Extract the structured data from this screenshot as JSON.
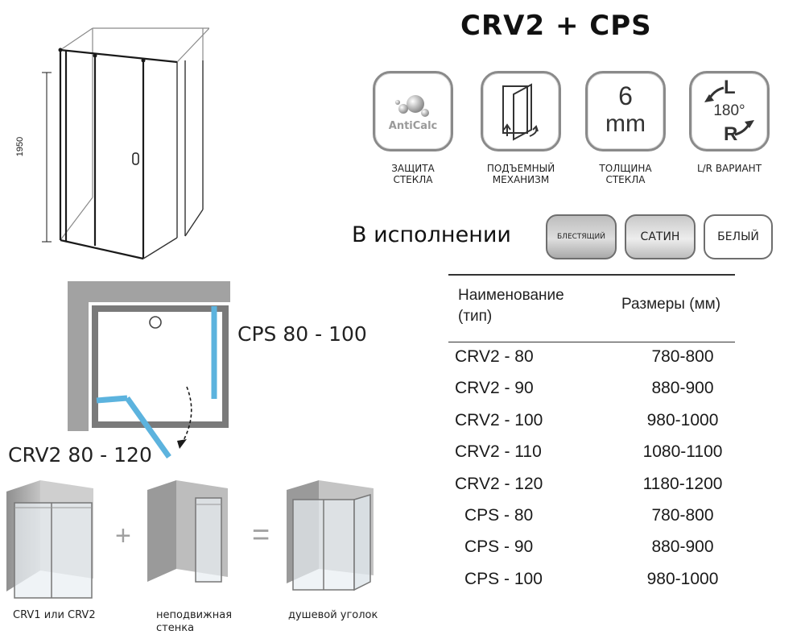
{
  "title": "CRV2 + CPS",
  "features": [
    {
      "icon": "anticalc-icon",
      "icon_text": "AntiCalc",
      "caption": "ЗАЩИТА\nСТЕКЛА"
    },
    {
      "icon": "lift-mechanism-icon",
      "icon_text": "",
      "caption": "ПОДЪЕМНЫЙ\nМЕХАНИЗМ"
    },
    {
      "icon": "glass-thickness-icon",
      "icon_text": "6\nmm",
      "caption": "ТОЛЩИНА\nСТЕКЛА"
    },
    {
      "icon": "lr-variant-icon",
      "icon_text": "L 180° R",
      "caption": "L/R ВАРИАНТ"
    }
  ],
  "icon_texts": {
    "anticalc": "AntiCalc",
    "thickness_num": "6",
    "thickness_unit": "mm",
    "lr_l": "L",
    "lr_deg": "180°",
    "lr_r": "R"
  },
  "finish": {
    "label": "В исполнении",
    "options": [
      "БЛЕСТЯЩИЙ",
      "САТИН",
      "БЕЛЫЙ"
    ]
  },
  "height_dimension": "1950",
  "plan_labels": {
    "cps": "CPS 80 - 100",
    "crv2": "CRV2 80 - 120"
  },
  "table": {
    "header_name": "Наименование\n(тип)",
    "header_size": "Размеры (мм)",
    "rows": [
      {
        "name": "CRV2 - 80",
        "size": "780-800"
      },
      {
        "name": "CRV2 - 90",
        "size": "880-900"
      },
      {
        "name": "CRV2 - 100",
        "size": "980-1000"
      },
      {
        "name": "CRV2 - 110",
        "size": "1080-1100"
      },
      {
        "name": "CRV2 - 120",
        "size": "1180-1200"
      },
      {
        "name": "CPS - 80",
        "size": "780-800"
      },
      {
        "name": "CPS - 90",
        "size": "880-900"
      },
      {
        "name": "CPS - 100",
        "size": "980-1000"
      }
    ]
  },
  "combo": {
    "plus": "+",
    "equals": "=",
    "captions": [
      "CRV1 или CRV2",
      "неподвижная\nстенка",
      "душевой уголок"
    ]
  },
  "colors": {
    "glass_blue": "#5cb3de",
    "wall_gray": "#9a9a9a",
    "frame_dark": "#1a1a1a"
  }
}
